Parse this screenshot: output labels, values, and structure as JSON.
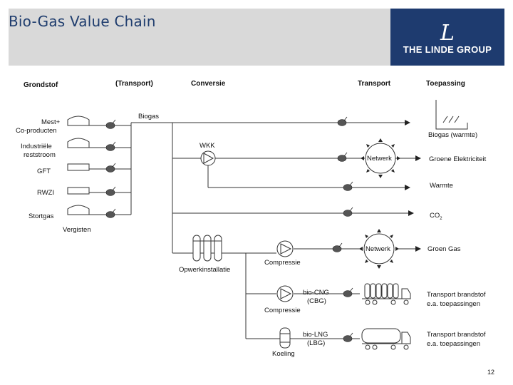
{
  "header": {
    "title": "Bio-Gas Value Chain",
    "logo_mark": "L",
    "logo_text": "THE LINDE GROUP",
    "bg_color": "#d9d9d9",
    "logo_bg_color": "#1e3b6f"
  },
  "columns": {
    "grondstof": "Grondstof",
    "transport1": "(Transport)",
    "conversie": "Conversie",
    "transport2": "Transport",
    "toepassing": "Toepassing"
  },
  "sources": {
    "mest_line1": "Mest+",
    "mest_line2": "Co-producten",
    "industrie_line1": "Industriële",
    "industrie_line2": "reststroom",
    "gft": "GFT",
    "rwzi": "RWZI",
    "stort": "Stortgas"
  },
  "conversion": {
    "vergisten": "Vergisten",
    "biogas": "Biogas",
    "wkk": "WKK",
    "opwerk": "Opwerkinstallatie",
    "compressie1": "Compressie",
    "compressie2": "Compressie",
    "koeling": "Koeling",
    "biocng_line1": "bio-CNG",
    "biocng_line2": "(CBG)",
    "biolng_line1": "bio-LNG",
    "biolng_line2": "(LBG)"
  },
  "networks": {
    "netwerk1": "Netwerk",
    "netwerk2": "Netwerk"
  },
  "applications": {
    "biogas_warmte": "Biogas (warmte)",
    "groene_elek": "Groene Elektriciteit",
    "warmte": "Warmte",
    "co2_main": "CO",
    "co2_sub": "2",
    "groen_gas": "Groen Gas",
    "transport_cng_line1": "Transport brandstof",
    "transport_cng_line2": "e.a. toepassingen",
    "transport_lng_line1": "Transport brandstof",
    "transport_lng_line2": "e.a. toepassingen"
  },
  "footer": {
    "page_number": "12"
  }
}
